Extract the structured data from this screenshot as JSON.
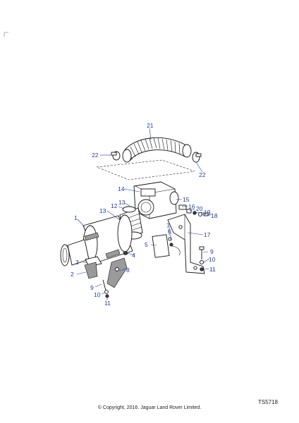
{
  "diagram": {
    "reference_code": "TS5718",
    "copyright": "© Copyright, 2016. Jaguar Land Rover Limited.",
    "callouts": [
      "21",
      "22",
      "22",
      "14",
      "15",
      "16",
      "20",
      "19",
      "18",
      "13",
      "12",
      "13",
      "1",
      "17",
      "7",
      "6",
      "5",
      "4",
      "9",
      "10",
      "3",
      "8",
      "2",
      "11",
      "9",
      "10",
      "11"
    ]
  }
}
